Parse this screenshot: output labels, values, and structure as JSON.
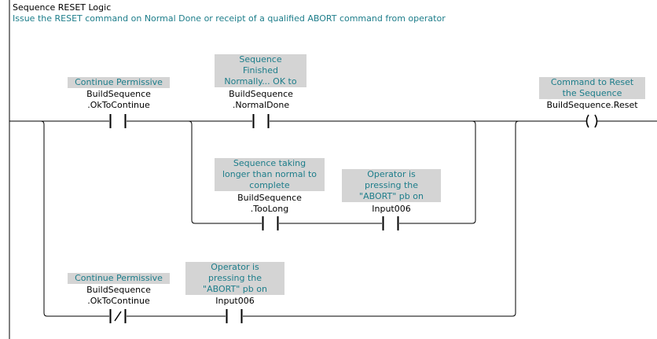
{
  "rung": {
    "title": "Sequence RESET Logic",
    "comment": "Issue the RESET command on Normal Done or receipt of a qualified ABORT command from operator"
  },
  "instructions": {
    "xic_ok_to_continue": {
      "type": "XIC",
      "description": "Continue Permissive",
      "tag_line1": "BuildSequence",
      "tag_line2": ".OkToContinue"
    },
    "xic_normal_done": {
      "type": "XIC",
      "description_lines": [
        "Sequence",
        "Finished",
        "Normally... OK to"
      ],
      "tag_line1": "BuildSequence",
      "tag_line2": ".NormalDone"
    },
    "ote_reset": {
      "type": "OTE",
      "description_lines": [
        "Command to Reset",
        "the Sequence"
      ],
      "tag": "BuildSequence.Reset"
    },
    "xic_too_long": {
      "type": "XIC",
      "description_lines": [
        "Sequence taking",
        "longer than normal to",
        "complete"
      ],
      "tag_line1": "BuildSequence",
      "tag_line2": ".TooLong"
    },
    "xic_abort_pb_1": {
      "type": "XIC",
      "description_lines": [
        "Operator is",
        "pressing the",
        "\"ABORT\" pb on"
      ],
      "tag": "Input006"
    },
    "xio_ok_to_continue": {
      "type": "XIO",
      "description": "Continue Permissive",
      "tag_line1": "BuildSequence",
      "tag_line2": ".OkToContinue"
    },
    "xic_abort_pb_2": {
      "type": "XIC",
      "description_lines": [
        "Operator is",
        "pressing the",
        "\"ABORT\" pb on"
      ],
      "tag": "Input006"
    }
  },
  "colors": {
    "rail": "#000000",
    "description_bg": "#d4d4d4",
    "description_text": "#1d7d8a",
    "comment_text": "#1d7d8a"
  }
}
